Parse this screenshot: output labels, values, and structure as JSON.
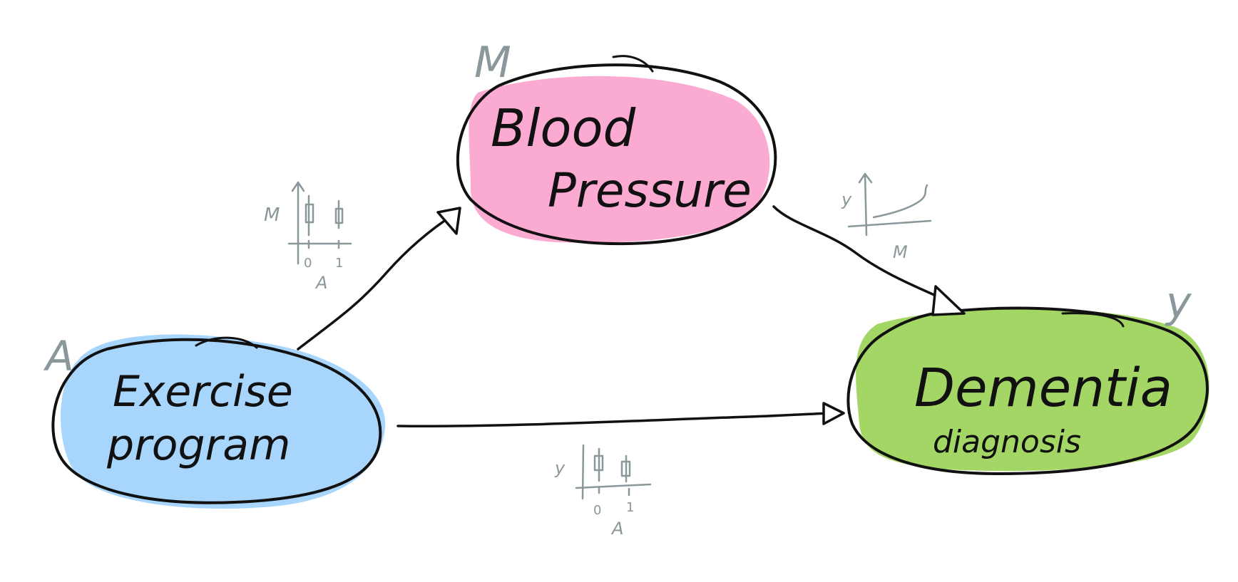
{
  "nodes": {
    "exercise": {
      "letter": "A",
      "line1": "Exercise",
      "line2": "program",
      "fill": "#a8d5fb"
    },
    "blood_pressure": {
      "letter": "M",
      "line1": "Blood",
      "line2": "Pressure",
      "fill": "#fbaad2"
    },
    "dementia": {
      "letter": "y",
      "line1": "Dementia",
      "line2": "diagnosis",
      "fill": "#a3d664"
    }
  },
  "edges": [
    {
      "from": "exercise",
      "to": "blood_pressure"
    },
    {
      "from": "blood_pressure",
      "to": "dementia"
    },
    {
      "from": "exercise",
      "to": "dementia"
    }
  ],
  "mini_plots": {
    "a_to_m": {
      "y_label": "M",
      "x_label": "A",
      "tick_0": "0",
      "tick_1": "1"
    },
    "m_to_y": {
      "y_label": "y",
      "x_label": "M"
    },
    "a_to_y": {
      "y_label": "y",
      "x_label": "A",
      "tick_0": "0",
      "tick_1": "1"
    }
  },
  "colors": {
    "stroke": "#111111",
    "annotation": "#8a979b"
  }
}
